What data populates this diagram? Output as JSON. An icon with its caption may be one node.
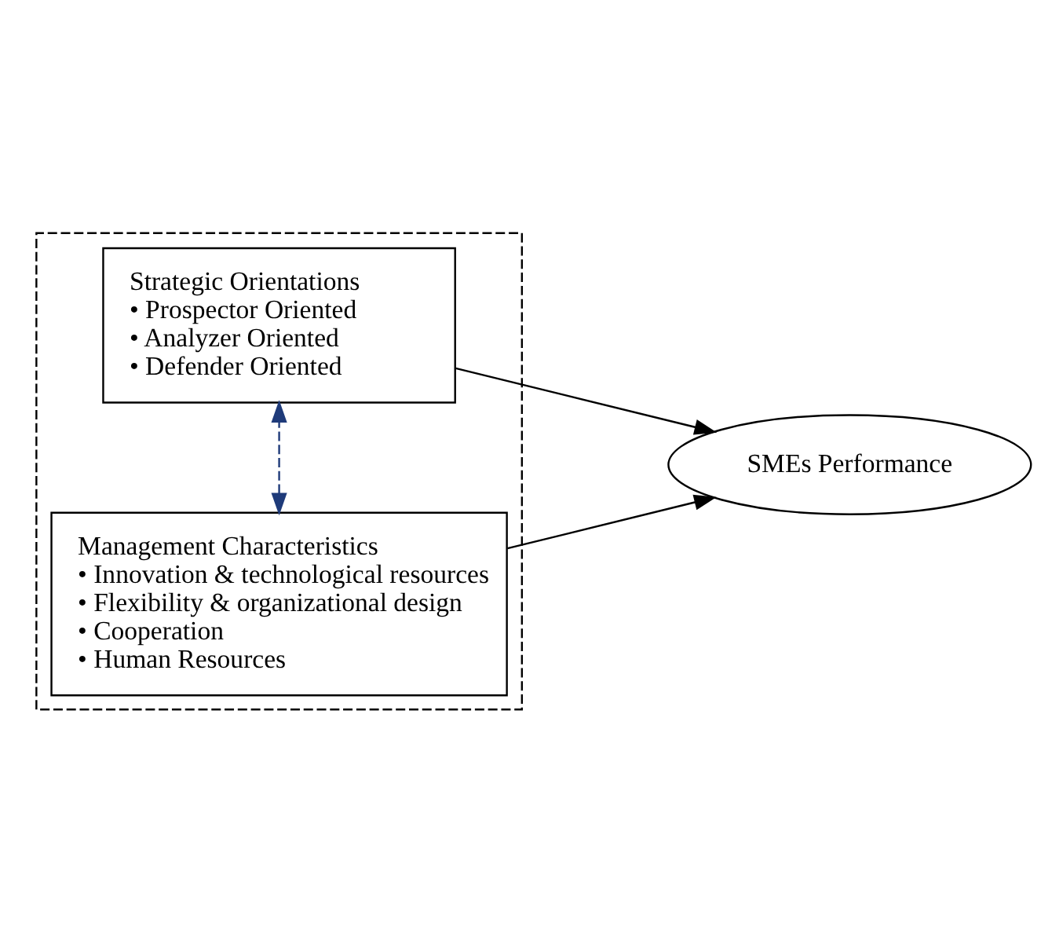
{
  "diagram": {
    "nodes": [
      {
        "text": [],
        "shape": "box"
      },
      {
        "text": [
          "Strategic Orientations",
          "• Prospector Oriented",
          "• Analyzer Oriented",
          "• Defender Oriented"
        ],
        "in": 0
      },
      {
        "text": [
          "Management Characteristics",
          "• Innovation & technological resources",
          "• Flexibility & organizational design",
          "• Cooperation",
          "• Human Resources"
        ],
        "in": 0
      },
      {
        "text": [
          "SMEs Performance"
        ]
      }
    ],
    "edges": [
      {
        "from": 1,
        "to": 2,
        "arrow": "both",
        "style": "dashed",
        "color": "#1f3b7a"
      },
      {
        "from": 1,
        "to": 3,
        "arrow": "to"
      },
      {
        "from": 2,
        "to": 3,
        "arrow": "to"
      }
    ]
  }
}
